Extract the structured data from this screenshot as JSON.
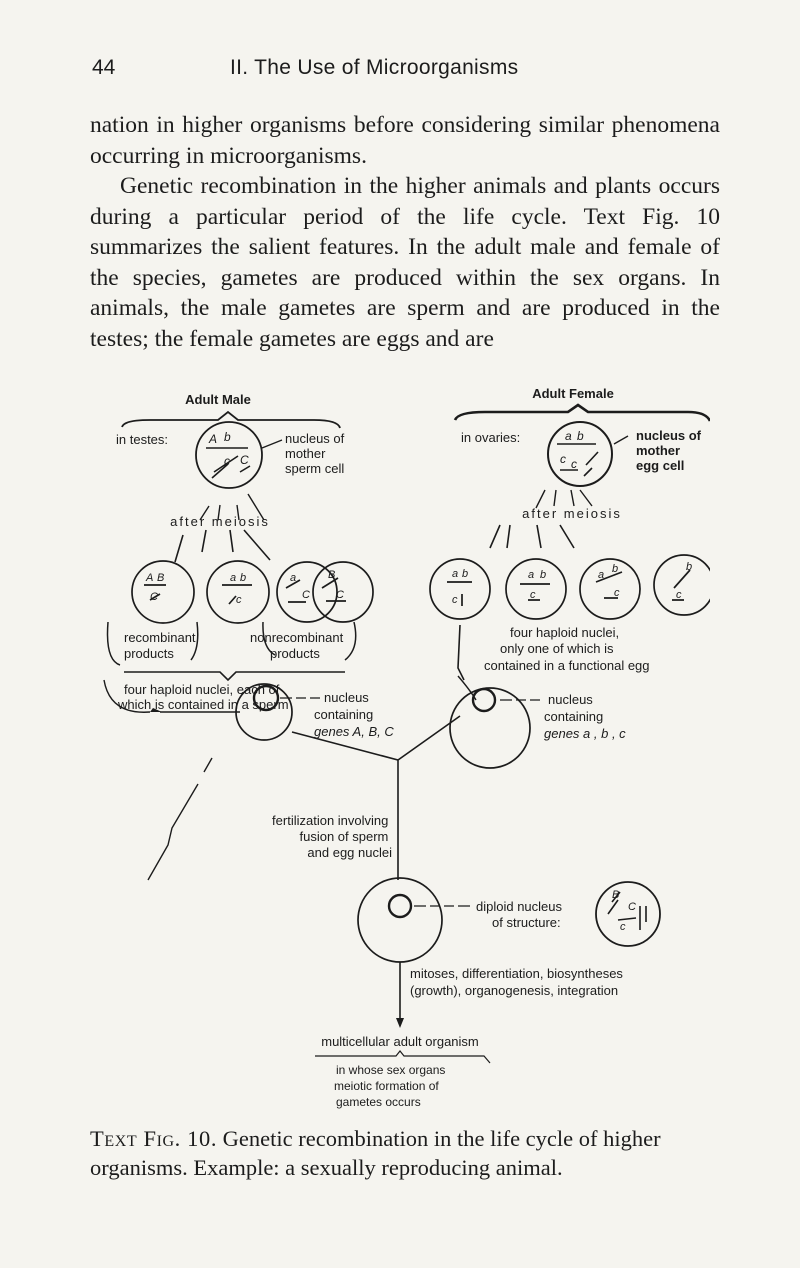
{
  "page": {
    "number": "44",
    "running_head": "II. The Use of Microorganisms"
  },
  "body": {
    "paragraph_1": "nation in higher organisms before considering similar phenomena occurring in microorganisms.",
    "paragraph_2": "Genetic recombination in the higher animals and plants occurs during a particular period of the life cycle. Text Fig. 10 summarizes the salient features. In the adult male and female of the species, gametes are produced within the sex organs. In animals, the male gametes are sperm and are produced in the testes; the female gametes are eggs and are"
  },
  "figure": {
    "male_title": "Adult Male",
    "female_title": "Adult Female",
    "in_testes": "in testes:",
    "in_ovaries": "in ovaries:",
    "sperm_mother_nucleus": [
      "nucleus of",
      "mother",
      "sperm cell"
    ],
    "egg_mother_nucleus": [
      "nucleus of",
      "mother",
      "egg cell"
    ],
    "after_meiosis_male": "after meiosis",
    "after_meiosis_female": "after meiosis",
    "recombinant": [
      "recombinant",
      "products"
    ],
    "nonrecombinant": [
      "nonrecombinant",
      "products"
    ],
    "male_haploid_note": [
      "four haploid nuclei, each of",
      "which is contained in a sperm"
    ],
    "female_haploid_note": [
      "four haploid nuclei,",
      "only one of which is",
      "contained in a functional egg"
    ],
    "sperm_nucleus_label": [
      "nucleus",
      "containing",
      "genes A, B, C"
    ],
    "egg_nucleus_label": [
      "nucleus",
      "containing",
      "genes a , b , c"
    ],
    "fertilization": [
      "fertilization involving",
      "fusion of sperm",
      "and egg nuclei"
    ],
    "diploid_label": [
      "diploid nucleus",
      "of structure:"
    ],
    "mitoses": [
      "mitoses, differentiation, biosyntheses",
      "(growth), organogenesis, integration"
    ],
    "adult_organism": "multicellular adult organism",
    "sex_organs_note": [
      "in whose sex organs",
      "meiotic formation of",
      "gametes occurs"
    ],
    "gene_letters": {
      "A": "A",
      "B": "B",
      "C": "C",
      "a": "a",
      "b": "b",
      "c": "c"
    }
  },
  "caption": {
    "label": "Text Fig. 10.",
    "text": "Genetic recombination in the life cycle of higher organisms. Example: a sexually reproducing animal."
  }
}
